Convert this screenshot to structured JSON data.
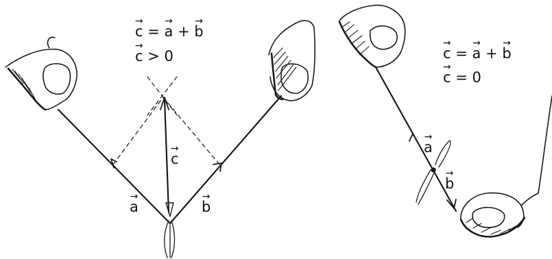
{
  "left_panel": {
    "formula_line1": {
      "c": "c",
      "eq": "=",
      "a": "a",
      "plus": "+",
      "b": "b"
    },
    "formula_line2": {
      "c": "c",
      "rel": ">",
      "val": "0"
    },
    "vector_a_label": "a",
    "vector_b_label": "b",
    "vector_c_label": "c"
  },
  "right_panel": {
    "formula_line1": {
      "c": "c",
      "eq": "=",
      "a": "a",
      "plus": "+",
      "b": "b"
    },
    "formula_line2": {
      "c": "c",
      "rel": "=",
      "val": "0"
    },
    "vector_a_label": "a",
    "vector_b_label": "b"
  },
  "colors": {
    "ink": "#1a1a1a",
    "background": "#ffffff"
  }
}
